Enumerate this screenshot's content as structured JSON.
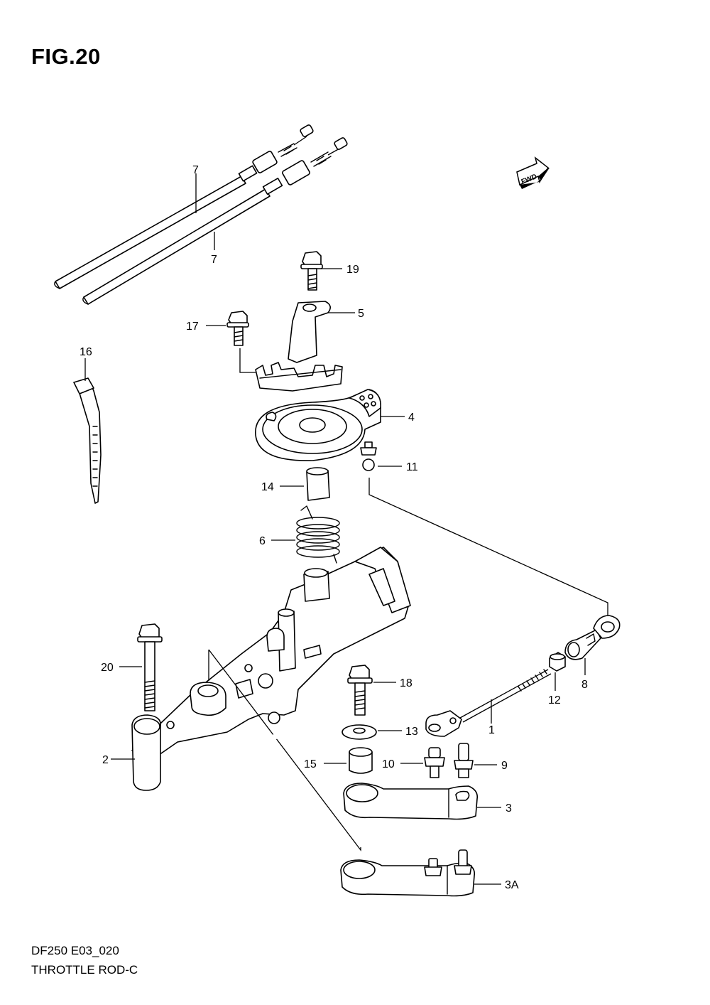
{
  "figure": {
    "title": "FIG.20",
    "code": "DF250 E03_020",
    "name": "THROTTLE ROD-C",
    "fwd_label": "FWD"
  },
  "callouts": {
    "c1": "1",
    "c2": "2",
    "c3": "3",
    "c3a": "3A",
    "c4": "4",
    "c5": "5",
    "c6": "6",
    "c7a": "7",
    "c7b": "7",
    "c8": "8",
    "c9": "9",
    "c10": "10",
    "c11": "11",
    "c12": "12",
    "c13": "13",
    "c14": "14",
    "c15": "15",
    "c16": "16",
    "c17": "17",
    "c18": "18",
    "c19": "19",
    "c20": "20"
  }
}
